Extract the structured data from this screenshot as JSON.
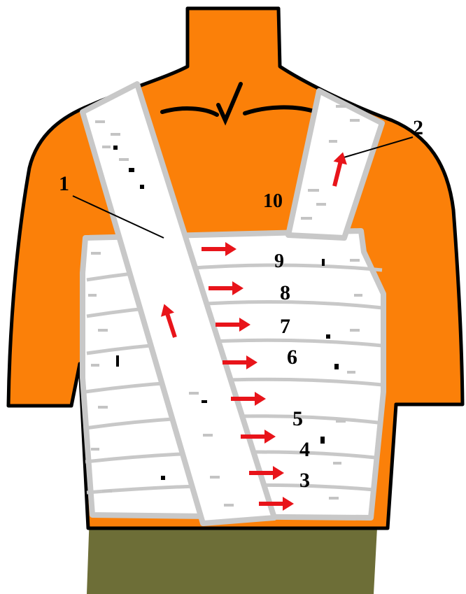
{
  "labels": {
    "n1": "1",
    "n2": "2",
    "n3": "3",
    "n4": "4",
    "n5": "5",
    "n6": "6",
    "n7": "7",
    "n8": "8",
    "n9": "9",
    "n10": "10"
  },
  "colors": {
    "skin": "#fb8009",
    "outline": "#000000",
    "bandage": "#ffffff",
    "bandage_edge": "#c8c8c8",
    "pants": "#6d6e37",
    "arrow": "#e8141a"
  },
  "icons": {
    "turn_arrow": "arrow-right-icon",
    "strap_arrow": "arrow-up-icon"
  }
}
